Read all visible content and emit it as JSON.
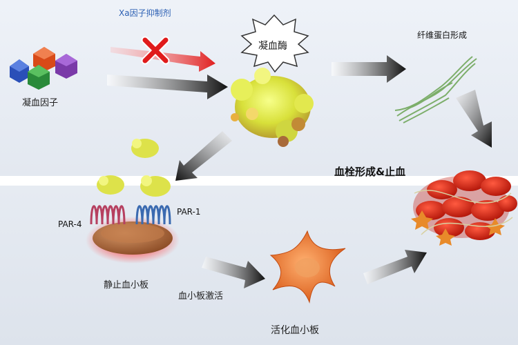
{
  "labels": {
    "xa_inhibitor": "Xa因子抑制剂",
    "thrombin": "凝血酶",
    "coag_factors": "凝血因子",
    "fibrin": "纤维蛋白形成",
    "thrombus": "血栓形成&止血",
    "par4": "PAR-4",
    "par1": "PAR-1",
    "resting_platelet": "静止血小板",
    "platelet_activation": "血小板激活",
    "activated_platelet": "活化血小板"
  },
  "colors": {
    "inhibit_cross": "#e01b1b",
    "thrombin_yellow": "#d9e23a",
    "platelet_orange": "#e8782a",
    "rbc_red": "#d42318",
    "fibrin_green": "#7cae6a"
  }
}
